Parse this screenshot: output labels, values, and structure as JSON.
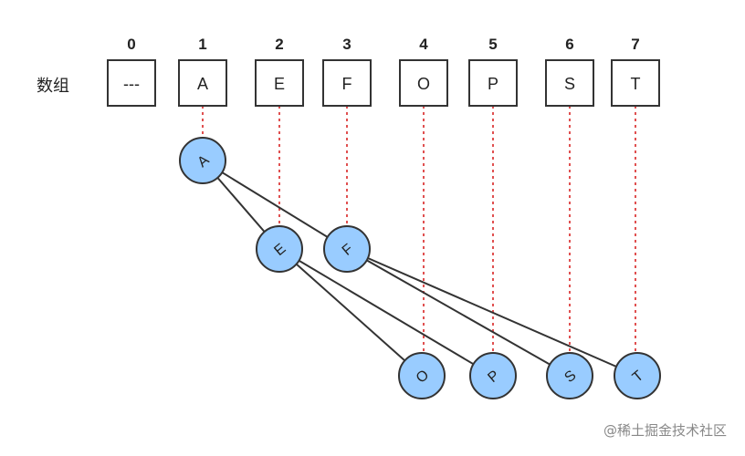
{
  "array_label": "数组",
  "indices": [
    "0",
    "1",
    "2",
    "3",
    "4",
    "5",
    "6",
    "7"
  ],
  "cells": [
    "---",
    "A",
    "E",
    "F",
    "O",
    "P",
    "S",
    "T"
  ],
  "nodes": [
    "A",
    "E",
    "F",
    "O",
    "P",
    "S",
    "T"
  ],
  "edges": [
    [
      "A",
      "E"
    ],
    [
      "A",
      "F"
    ],
    [
      "E",
      "O"
    ],
    [
      "E",
      "P"
    ],
    [
      "F",
      "S"
    ],
    [
      "F",
      "T"
    ]
  ],
  "dashed_links": [
    {
      "cell": "1",
      "node": "A"
    },
    {
      "cell": "2",
      "node": "E"
    },
    {
      "cell": "3",
      "node": "F"
    },
    {
      "cell": "4",
      "node": "O"
    },
    {
      "cell": "5",
      "node": "P"
    },
    {
      "cell": "6",
      "node": "S"
    },
    {
      "cell": "7",
      "node": "T"
    }
  ],
  "colors": {
    "node_fill": "#99ccff",
    "stroke": "#333333",
    "dashed": "#e05050"
  },
  "watermark": "@稀土掘金技术社区"
}
